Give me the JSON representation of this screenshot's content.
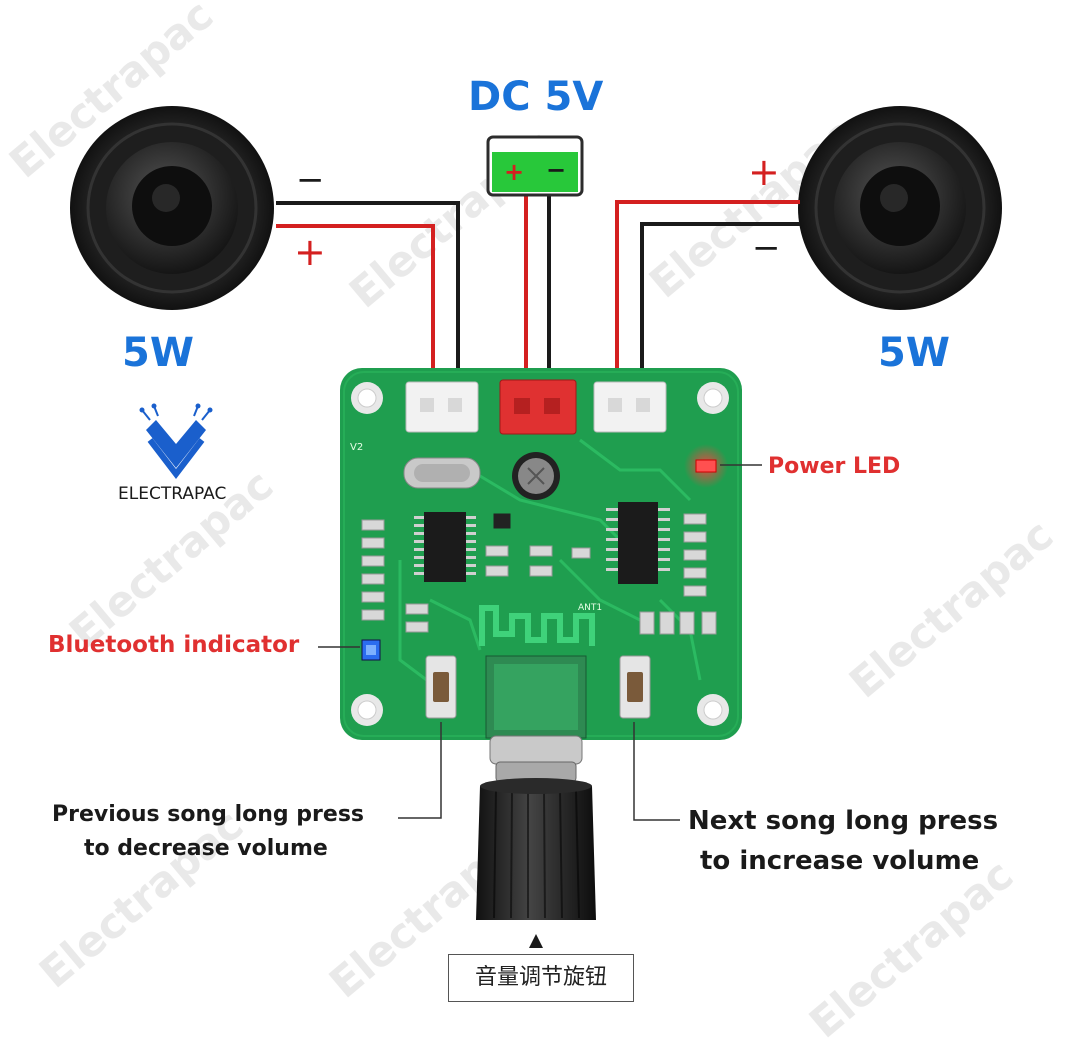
{
  "watermark_text": "Electrapac",
  "power": {
    "title": "DC 5V",
    "plus": "+",
    "minus": "−"
  },
  "speaker_left": {
    "watts": "5W",
    "minus": "−",
    "plus": "+"
  },
  "speaker_right": {
    "watts": "5W",
    "plus": "+",
    "minus": "−"
  },
  "logo": {
    "name": "ELECTRAPAC"
  },
  "labels": {
    "power_led": "Power LED",
    "bluetooth": "Bluetooth indicator",
    "prev_line1": "Previous song long press",
    "prev_line2": "to decrease volume",
    "next_line1": "Next song long press",
    "next_line2": "to increase volume",
    "knob_caption": "音量调节旋钮"
  },
  "board": {
    "version": "V2",
    "antenna": "ANT1"
  },
  "colors": {
    "board": "#1f9e4f",
    "wire_red": "#d42020",
    "wire_black": "#1a1a1a",
    "label_blue": "#1a73d9",
    "label_red": "#e03030",
    "battery_green": "#28c83a"
  }
}
